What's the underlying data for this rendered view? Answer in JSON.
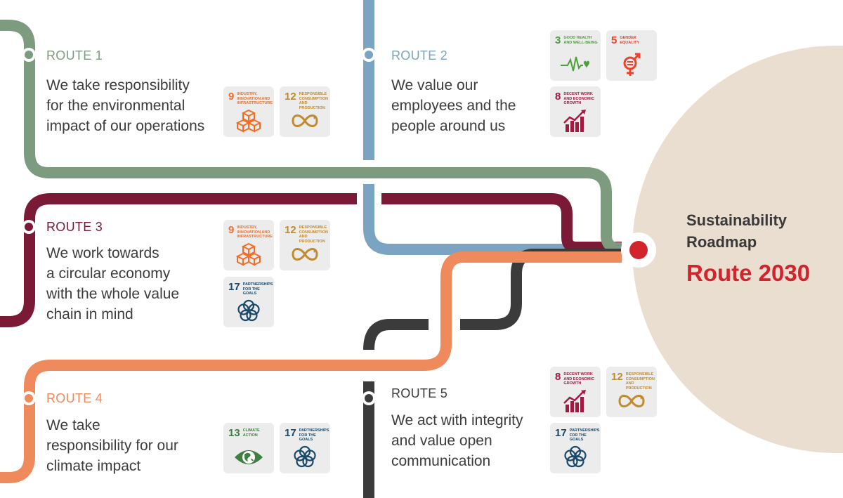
{
  "center": {
    "title_line1": "Sustainability",
    "title_line2": "Roadmap",
    "route": "Route 2030"
  },
  "colors": {
    "route1": "#7d9b7e",
    "route2": "#7ba4c2",
    "route3": "#7a1a37",
    "route4": "#ee8a5b",
    "route5": "#3b3b3b",
    "center_circle": "#eaded0",
    "hub": "#d1242c",
    "tile_bg": "#ececec"
  },
  "goals": {
    "g3": {
      "num": "3",
      "title": "Good health and well-being",
      "color": "#4c9f38",
      "icon": "heartbeat-icon"
    },
    "g5": {
      "num": "5",
      "title": "Gender equality",
      "color": "#ef402b",
      "icon": "gender-icon"
    },
    "g8": {
      "num": "8",
      "title": "Decent work and economic growth",
      "color": "#a21942",
      "icon": "growth-chart-icon"
    },
    "g9": {
      "num": "9",
      "title": "Industry, innovation and infrastructure",
      "color": "#f36d25",
      "icon": "cubes-icon"
    },
    "g12": {
      "num": "12",
      "title": "Responsible consumption and production",
      "color": "#bf8b2e",
      "icon": "infinity-icon"
    },
    "g13": {
      "num": "13",
      "title": "Climate action",
      "color": "#3f7e44",
      "icon": "eye-globe-icon"
    },
    "g17": {
      "num": "17",
      "title": "Partnerships for the goals",
      "color": "#19486a",
      "icon": "rings-icon"
    }
  },
  "routes": [
    {
      "label": "ROUTE 1",
      "lines": [
        "We take responsibility",
        "for the environmental",
        "impact of our operations"
      ],
      "goals": [
        "g9",
        "g12"
      ]
    },
    {
      "label": "ROUTE 2",
      "lines": [
        "We value our",
        "employees and the",
        "people around us"
      ],
      "goals": [
        "g3",
        "g5",
        "g8"
      ]
    },
    {
      "label": "ROUTE 3",
      "lines": [
        "We work towards",
        "a circular economy",
        "with the whole value",
        "chain in mind"
      ],
      "goals": [
        "g9",
        "g12",
        "g17"
      ]
    },
    {
      "label": "ROUTE 4",
      "lines": [
        "We take",
        "responsibility for our",
        "climate impact"
      ],
      "goals": [
        "g13",
        "g17"
      ]
    },
    {
      "label": "ROUTE 5",
      "lines": [
        "We act with integrity",
        "and value open",
        "communication"
      ],
      "goals": [
        "g8",
        "g12",
        "g17"
      ]
    }
  ]
}
